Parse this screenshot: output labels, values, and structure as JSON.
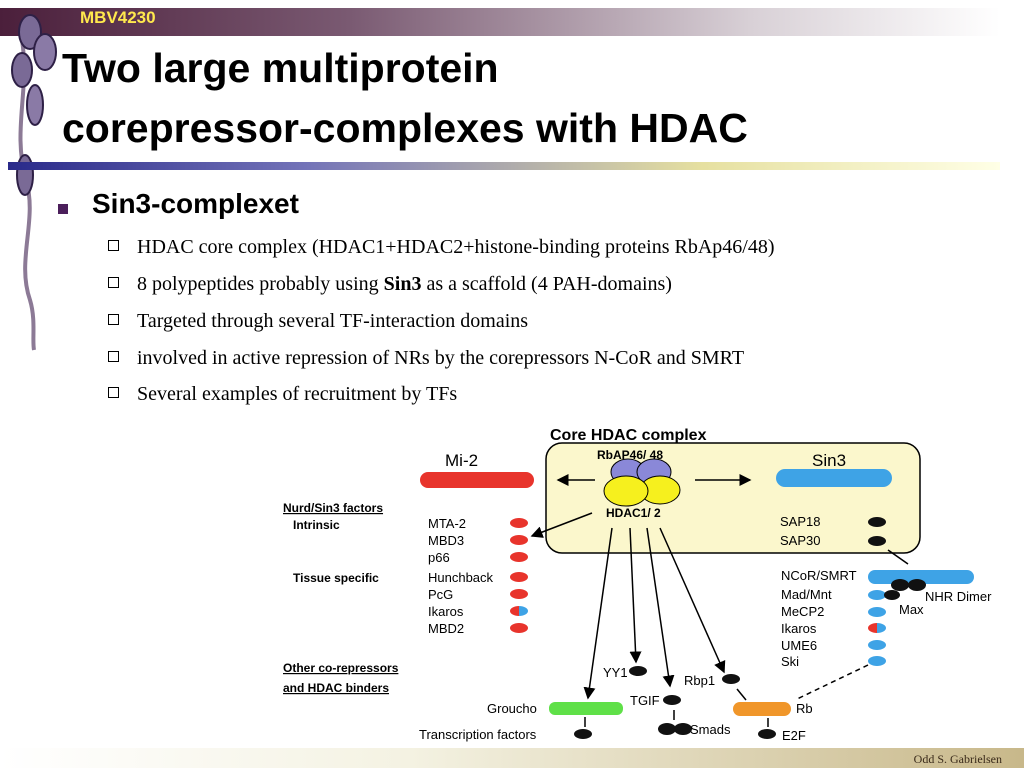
{
  "header": {
    "course_label": "MBV4230"
  },
  "slide": {
    "title_line1": "Two large multiprotein",
    "title_line2": "corepressor-complexes with HDAC",
    "bullet": "Sin3-complexet",
    "subbullets": [
      "HDAC core complex (HDAC1+HDAC2+histone-binding proteins RbAp46/48)",
      {
        "pre": "8 polypeptides probably using ",
        "bold": "Sin3",
        "post": " as a scaffold (4 PAH-domains)"
      },
      "Targeted through several TF-interaction domains",
      "involved in active repression of NRs by the corepressors N-CoR and SMRT",
      "Several examples of recruitment by TFs"
    ]
  },
  "diagram": {
    "core_title": "Core  HDAC  complex",
    "rbap": "RbAP46/ 48",
    "hdac": "HDAC1/ 2",
    "mi2": "Mi-2",
    "sin3": "Sin3",
    "sap18": "SAP18",
    "sap30": "SAP30",
    "nurd_heading": "Nurd/Sin3   factors",
    "intrinsic": "Intrinsic",
    "tissue_specific": "Tissue   specific",
    "left_factors": [
      "MTA-2",
      "MBD3",
      "p66",
      "Hunchback",
      "PcG",
      "Ikaros",
      "MBD2"
    ],
    "other_heading_1": "Other   co-repressors",
    "other_heading_2": "and  HDAC  binders",
    "ncor": "NCoR/SMRT",
    "right_factors": [
      "Mad/Mnt",
      "MeCP2",
      "Ikaros",
      "UME6",
      "Ski"
    ],
    "max": "Max",
    "nhr": "NHR Dimer",
    "yy1": "YY1",
    "rbp1": "Rbp1",
    "tgif": "TGIF",
    "smads": "Smads",
    "groucho": "Groucho",
    "tf": "Transcription  factors",
    "rb": "Rb",
    "e2f": "E2F",
    "colors": {
      "mi2": "#e8342c",
      "sin3": "#3ea3e6",
      "rbap": "#8a88d8",
      "hdac": "#f6f01e",
      "groucho": "#5fe048",
      "rb": "#f0962a",
      "core_bg": "#fbf7cc"
    }
  },
  "footer": {
    "author": "Odd S. Gabrielsen"
  }
}
